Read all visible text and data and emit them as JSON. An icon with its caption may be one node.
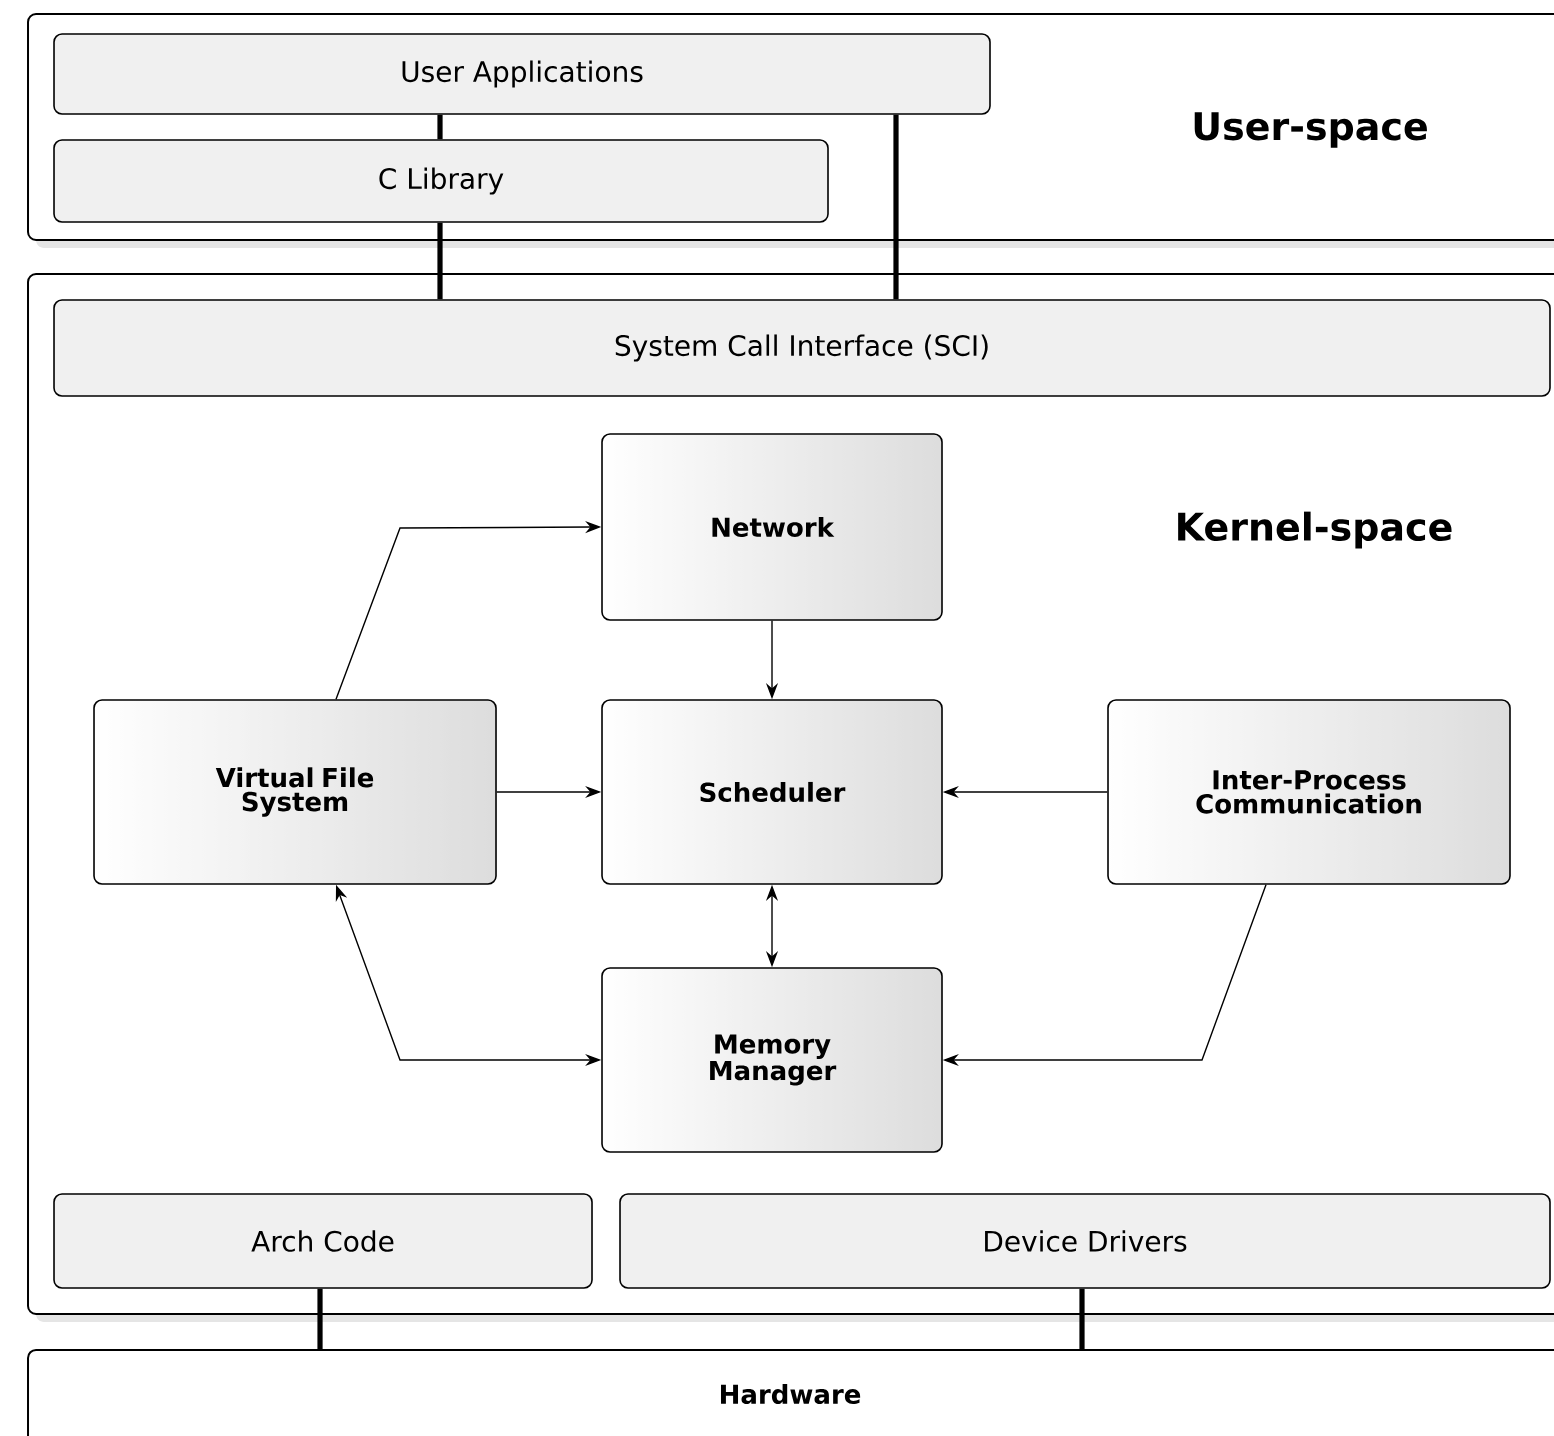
{
  "diagram": {
    "nodes": [
      {
        "text": [
          "User-space"
        ]
      },
      {
        "text": [
          "User Applications"
        ],
        "in": 0
      },
      {
        "text": [
          "C Library"
        ],
        "in": 0
      },
      {
        "text": [
          "Kernel-space"
        ]
      },
      {
        "text": [
          "System Call Interface (SCI)"
        ],
        "in": 3
      },
      {
        "text": [
          "Network"
        ],
        "in": 3
      },
      {
        "text": [
          "Virtual File System"
        ],
        "in": 3
      },
      {
        "text": [
          "Scheduler"
        ],
        "in": 3
      },
      {
        "text": [
          "Inter-Process Communication"
        ],
        "in": 3
      },
      {
        "text": [
          "Memory Manager"
        ],
        "in": 3
      },
      {
        "text": [
          "Arch Code"
        ],
        "in": 3
      },
      {
        "text": [
          "Device Drivers"
        ],
        "in": 3
      },
      {
        "text": [
          "Hardware"
        ]
      }
    ],
    "edges": [
      {
        "from": 1,
        "to": 2,
        "arrow": "none",
        "style": "thick"
      },
      {
        "from": 2,
        "to": 4,
        "arrow": "none",
        "style": "thick"
      },
      {
        "from": 1,
        "to": 4,
        "arrow": "none",
        "style": "thick"
      },
      {
        "from": 6,
        "to": 5,
        "arrow": "to"
      },
      {
        "from": 5,
        "to": 7,
        "arrow": "to"
      },
      {
        "from": 6,
        "to": 7,
        "arrow": "to"
      },
      {
        "from": 8,
        "to": 7,
        "arrow": "to"
      },
      {
        "from": 7,
        "to": 9,
        "arrow": "both"
      },
      {
        "from": 6,
        "to": 9,
        "arrow": "both"
      },
      {
        "from": 8,
        "to": 9,
        "arrow": "to"
      },
      {
        "from": 10,
        "to": 12,
        "arrow": "none",
        "style": "thick"
      },
      {
        "from": 11,
        "to": 12,
        "arrow": "none",
        "style": "thick"
      }
    ]
  }
}
